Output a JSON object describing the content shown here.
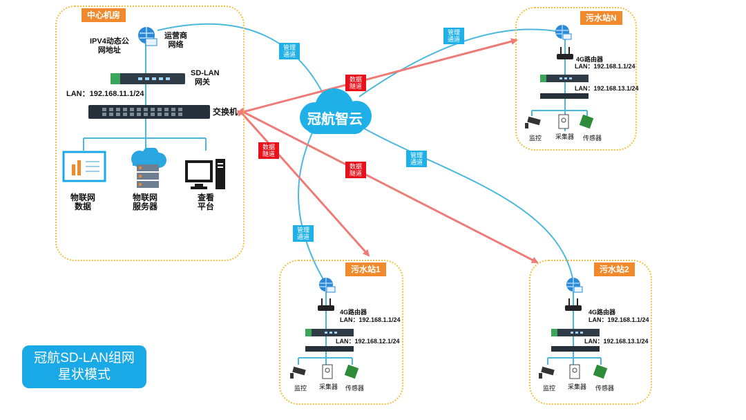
{
  "legend": {
    "line1": "冠航SD-LAN组网",
    "line2": "星状模式"
  },
  "cloud": {
    "label": "冠航智云"
  },
  "center": {
    "title": "中心机房",
    "isp_line1": "运营商",
    "isp_line2": "网络",
    "ipv4_line1": "IPV4动态公",
    "ipv4_line2": "网地址",
    "gateway_line1": "SD-LAN",
    "gateway_line2": "网关",
    "lan": "LAN：192.168.11.1/24",
    "switch": "交换机",
    "items": [
      {
        "line1": "物联网",
        "line2": "数据"
      },
      {
        "line1": "物联网",
        "line2": "服务器"
      },
      {
        "line1": "查看",
        "line2": "平台"
      }
    ]
  },
  "links": {
    "mgmt": {
      "line1": "管理",
      "line2": "通道"
    },
    "data": {
      "line1": "数据",
      "line2": "隧道"
    }
  },
  "stations": [
    {
      "title": "污水站N",
      "router": "4G路由器",
      "wan": "LAN：192.168.1.1/24",
      "lan": "LAN：192.168.13.1/24",
      "d1": "监控",
      "d2": "采集器",
      "d3": "传感器"
    },
    {
      "title": "污水站1",
      "router": "4G路由器",
      "wan": "LAN：192.168.1.1/24",
      "lan": "LAN：192.168.12.1/24",
      "d1": "监控",
      "d2": "采集器",
      "d3": "传感器"
    },
    {
      "title": "污水站2",
      "router": "4G路由器",
      "wan": "LAN：192.168.1.1/24",
      "lan": "LAN：192.168.13.1/24",
      "d1": "监控",
      "d2": "采集器",
      "d3": "传感器"
    }
  ],
  "colors": {
    "mgmt": "#4ab8dc",
    "data": "#ee7b77",
    "zone": "#f0c040",
    "tag": "#f08a2c",
    "cloud": "#1fb0e8"
  }
}
